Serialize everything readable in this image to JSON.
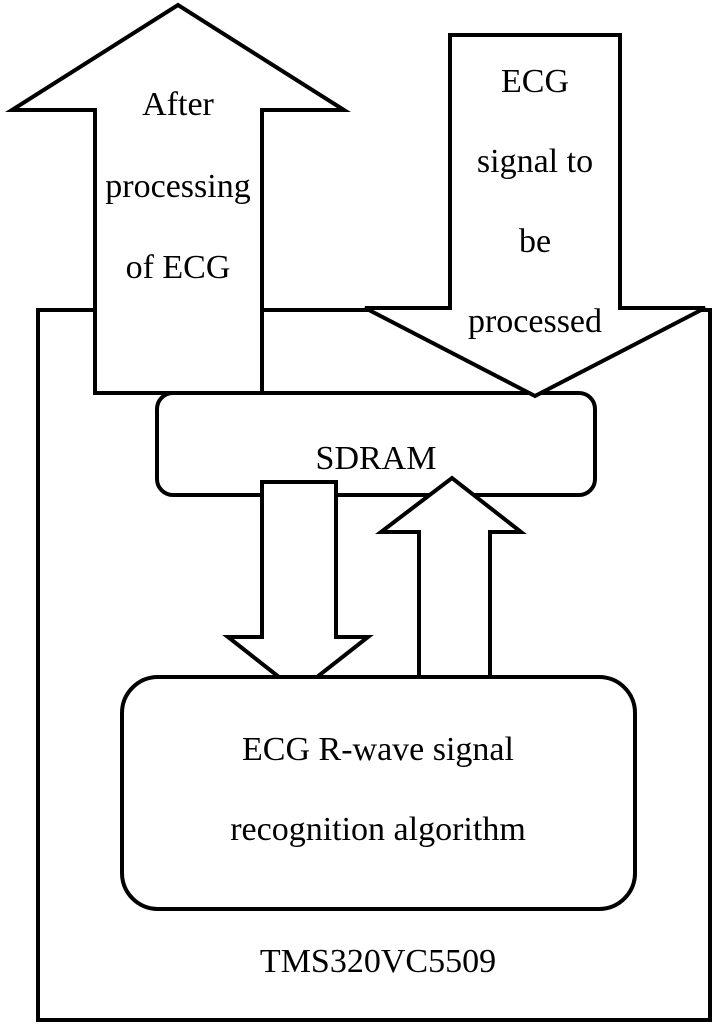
{
  "diagram": {
    "chip_label": "TMS320VC5509",
    "sdram_label": "SDRAM",
    "algorithm_label": {
      "line1": "ECG R-wave signal",
      "line2": "recognition algorithm"
    },
    "output_arrow_label": {
      "line1": "After",
      "line2": "processing",
      "line3": "of ECG"
    },
    "input_arrow_label": {
      "line1": "ECG",
      "line2": "signal to",
      "line3": "be",
      "line4": "processed"
    }
  }
}
